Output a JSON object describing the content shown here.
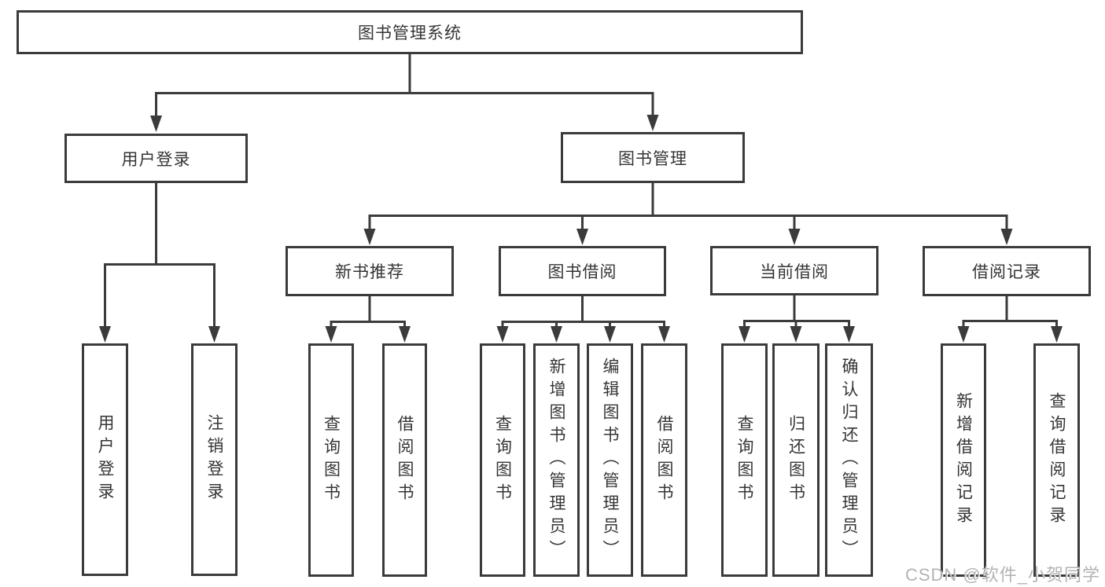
{
  "diagram": {
    "root": {
      "label": "图书管理系统"
    },
    "branches": {
      "user_login": {
        "label": "用户登录",
        "children": [
          "用户登录",
          "注销登录"
        ]
      },
      "book_management": {
        "label": "图书管理"
      }
    },
    "modules": [
      {
        "label": "新书推荐",
        "children": [
          "查询图书",
          "借阅图书"
        ]
      },
      {
        "label": "图书借阅",
        "children": [
          "查询图书",
          "新增图书（管理员）",
          "编辑图书（管理员）",
          "借阅图书"
        ]
      },
      {
        "label": "当前借阅",
        "children": [
          "查询图书",
          "归还图书",
          "确认归还（管理员）"
        ]
      },
      {
        "label": "借阅记录",
        "children": [
          "新增借阅记录",
          "查询借阅记录"
        ]
      }
    ],
    "watermark": "CSDN @软件_小贺同学",
    "colors": {
      "line": "#3b3b3b",
      "text": "#353535",
      "watermark": "#b3b3b3"
    }
  }
}
